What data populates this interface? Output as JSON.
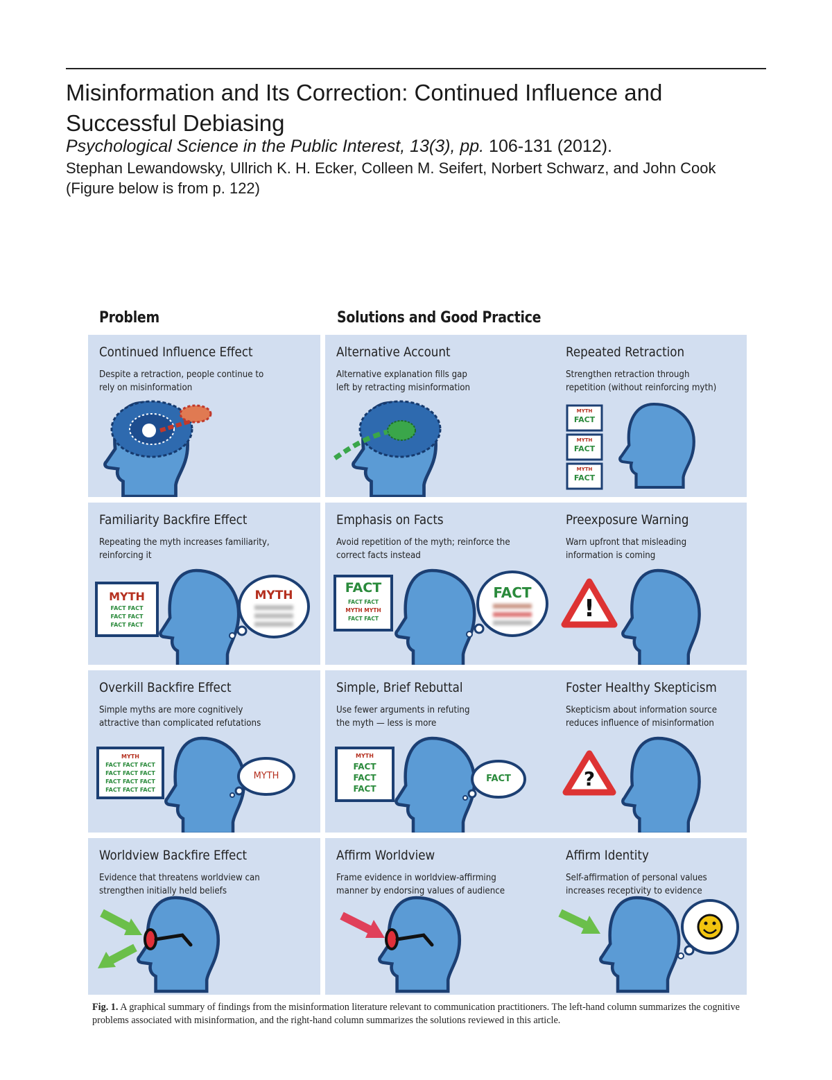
{
  "paper": {
    "title": "Misinformation and Its Correction: Continued Influence and Successful Debiasing",
    "journal_italic": "Psychological Science in the Public Interest, 13(3), pp.",
    "journal_rest": " 106-131 (2012).",
    "authors": "Stephan Lewandowsky, Ullrich K. H. Ecker, Colleen M. Seifert, Norbert Schwarz, and John Cook",
    "figure_note": "(Figure below is from p. 122)"
  },
  "figure": {
    "heading_problem": "Problem",
    "heading_solutions": "Solutions and Good Practice",
    "cells": {
      "continued_influence": {
        "title": "Continued Influence Effect",
        "desc": "Despite a retraction, people continue to\nrely on misinformation"
      },
      "alternative_account": {
        "title": "Alternative Account",
        "desc": "Alternative explanation fills gap\nleft by retracting misinformation"
      },
      "repeated_retraction": {
        "title": "Repeated Retraction",
        "desc": "Strengthen retraction through\nrepetition (without reinforcing myth)"
      },
      "familiarity_backfire": {
        "title": "Familiarity Backfire Effect",
        "desc": "Repeating the myth increases familiarity,\nreinforcing it"
      },
      "emphasis_facts": {
        "title": "Emphasis on Facts",
        "desc": "Avoid repetition of the myth; reinforce the\ncorrect facts instead"
      },
      "preexposure_warning": {
        "title": "Preexposure Warning",
        "desc": "Warn upfront that misleading\ninformation is coming"
      },
      "overkill_backfire": {
        "title": "Overkill Backfire Effect",
        "desc": "Simple myths are more cognitively\nattractive than complicated refutations"
      },
      "simple_rebuttal": {
        "title": "Simple, Brief Rebuttal",
        "desc": "Use fewer arguments in refuting\nthe myth — less is more"
      },
      "foster_skepticism": {
        "title": "Foster Healthy Skepticism",
        "desc": "Skepticism about information source\nreduces influence of misinformation"
      },
      "worldview_backfire": {
        "title": "Worldview Backfire Effect",
        "desc": "Evidence that threatens worldview can\nstrengthen initially held beliefs"
      },
      "affirm_worldview": {
        "title": "Affirm Worldview",
        "desc": "Frame evidence in worldview-affirming\nmanner by endorsing values of audience"
      },
      "affirm_identity": {
        "title": "Affirm Identity",
        "desc": "Self-affirmation of personal values\nincreases receptivity to evidence"
      }
    },
    "labels": {
      "myth": "MYTH",
      "fact": "FACT",
      "fact_fact": "FACT FACT",
      "fact_fact_fact": "FACT FACT FACT",
      "myth_myth": "MYTH MYTH",
      "exclaim": "!",
      "question": "?"
    },
    "caption_label": "Fig. 1.",
    "caption_text": " A graphical summary of findings from the misinformation literature relevant to communication practitioners. The left-hand column summarizes the cognitive problems associated with misinformation, and the right-hand column summarizes the solutions reviewed in this article."
  },
  "colors": {
    "panel": "#d2def0",
    "head_fill": "#5b9bd5",
    "head_stroke": "#1c3f73",
    "myth_red": "#b5301f",
    "fact_green": "#2a8a3b",
    "arrow_green": "#6bbf4a",
    "arrow_red": "#e0405a"
  }
}
